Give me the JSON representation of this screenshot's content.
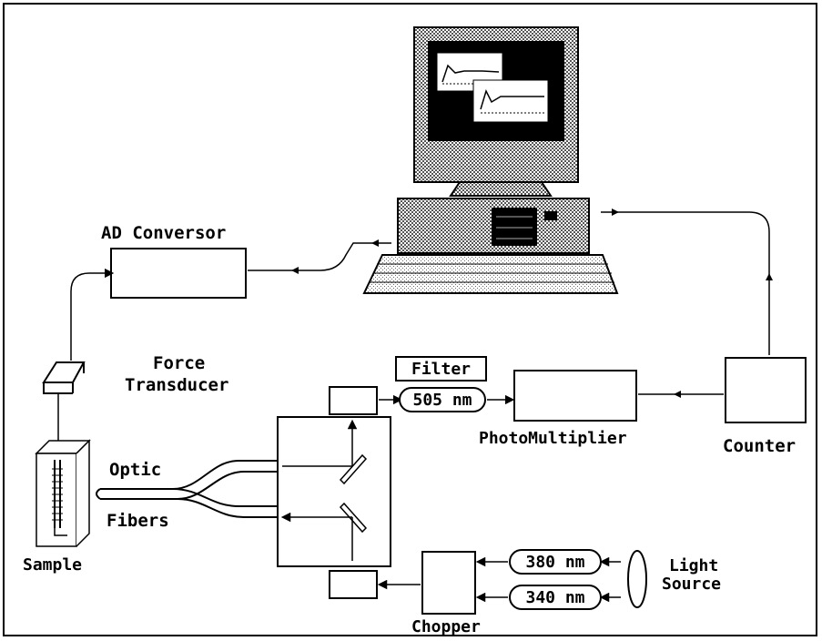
{
  "labels": {
    "ad_conversor": "AD Conversor",
    "force": "Force",
    "transducer": "Transducer",
    "filter": "Filter",
    "filter_wavelength": "505 nm",
    "photomultiplier": "PhotoMultiplier",
    "counter": "Counter",
    "optic": "Optic",
    "fibers": "Fibers",
    "sample": "Sample",
    "chopper": "Chopper",
    "wavelength_380": "380 nm",
    "wavelength_340": "340 nm",
    "light": "Light",
    "source": "Source"
  }
}
